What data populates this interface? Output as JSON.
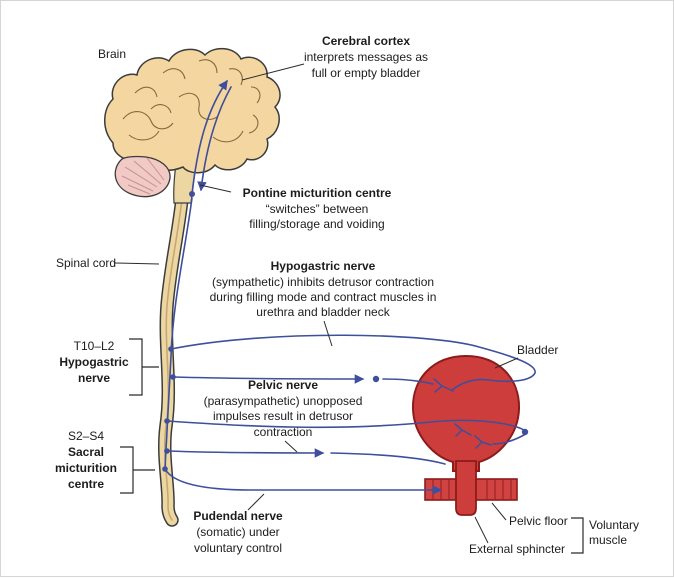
{
  "colors": {
    "nerve_blue": "#3e4f9c",
    "brain_fill": "#f4d7a0",
    "cerebellum_fill": "#f1c9c5",
    "cord_fill": "#ecd7a3",
    "bladder_fill": "#cd3d3c",
    "bladder_stroke": "#8c1b1b",
    "line_black": "#2b2b2b",
    "text": "#1c1c1c"
  },
  "labels": {
    "brain": "Brain",
    "spinal_cord": "Spinal cord",
    "bladder": "Bladder",
    "pelvic_floor": "Pelvic floor",
    "external_sphincter": "External sphincter",
    "voluntary_line1": "Voluntary",
    "voluntary_line2": "muscle"
  },
  "annotations": {
    "cerebral_cortex": {
      "title": "Cerebral cortex",
      "line1": "interprets messages as",
      "line2": "full or empty bladder"
    },
    "pontine": {
      "title": "Pontine micturition centre",
      "line1": "“switches” between",
      "line2": "filling/storage and voiding"
    },
    "hypogastric_nerve": {
      "title": "Hypogastric nerve",
      "line1": "(sympathetic) inhibits detrusor contraction",
      "line2": "during filling mode and contract muscles in",
      "line3": "urethra and bladder neck"
    },
    "pelvic_nerve": {
      "title": "Pelvic nerve",
      "line1": "(parasympathetic) unopposed",
      "line2": "impulses result in detrusor",
      "line3": "contraction"
    },
    "pudendal_nerve": {
      "title": "Pudendal nerve",
      "line1": "(somatic) under",
      "line2": "voluntary control"
    },
    "t10_l2": {
      "line1": "T10–L2",
      "line2": "Hypogastric",
      "line3": "nerve"
    },
    "s2_s4": {
      "line1": "S2–S4",
      "line2": "Sacral",
      "line3": "micturition",
      "line4": "centre"
    }
  }
}
